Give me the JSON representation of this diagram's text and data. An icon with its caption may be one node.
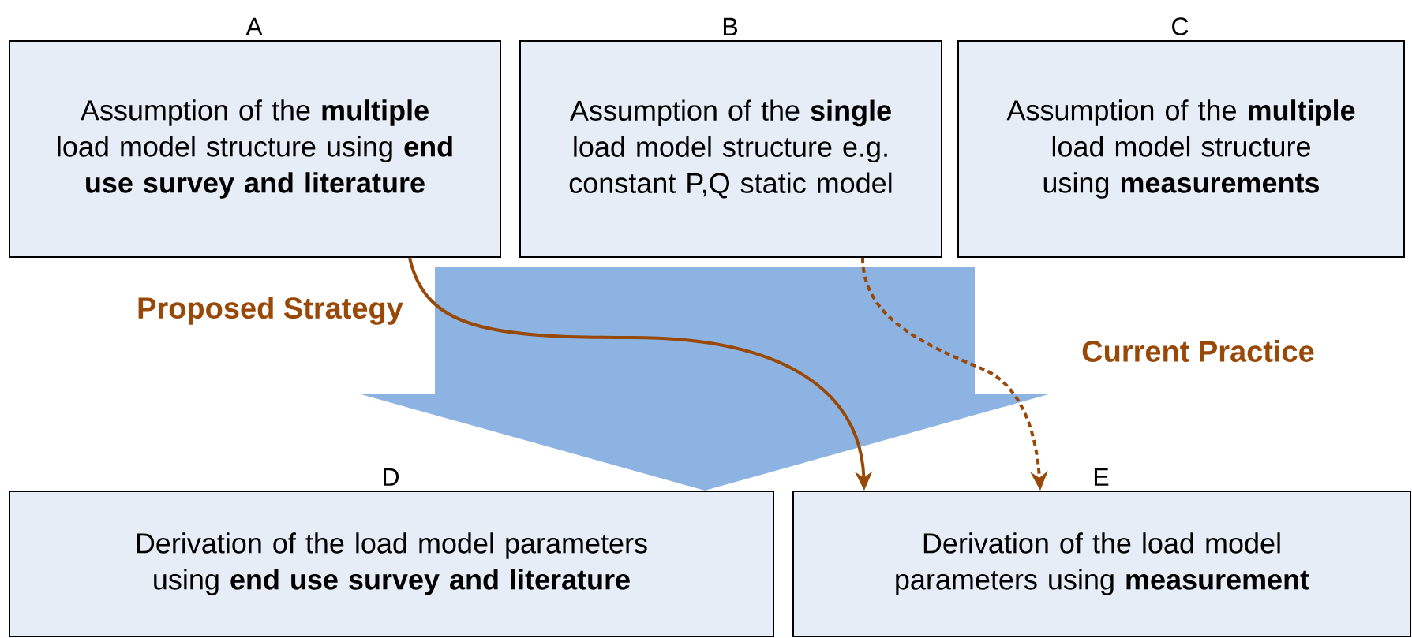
{
  "diagram": {
    "nodes": [
      {
        "text": [
          "A",
          "Assumption of the **multiple** load model structure using **end use survey and literature**"
        ]
      },
      {
        "text": [
          "B",
          "Assumption of the **single** load model structure e.g. constant P,Q static model"
        ]
      },
      {
        "text": [
          "C",
          "Assumption of the **multiple** load model structure using **measurements**"
        ]
      },
      {
        "text": [
          "D",
          "Derivation of the load model parameters using **end use survey and literature**"
        ]
      },
      {
        "text": [
          "E",
          "Derivation of the load model parameters using **measurement**"
        ]
      }
    ],
    "edges": [
      {
        "from": 0,
        "to": 4,
        "arrow": "to",
        "label": "Proposed Strategy",
        "color": "#984807"
      },
      {
        "from": 1,
        "to": 4,
        "arrow": "to",
        "label": "Current Practice",
        "style": "dashed",
        "color": "#984807"
      },
      {
        "from": 1,
        "to": 3,
        "arrow": "to",
        "style": "thick",
        "color": "#8db3e2"
      }
    ]
  }
}
